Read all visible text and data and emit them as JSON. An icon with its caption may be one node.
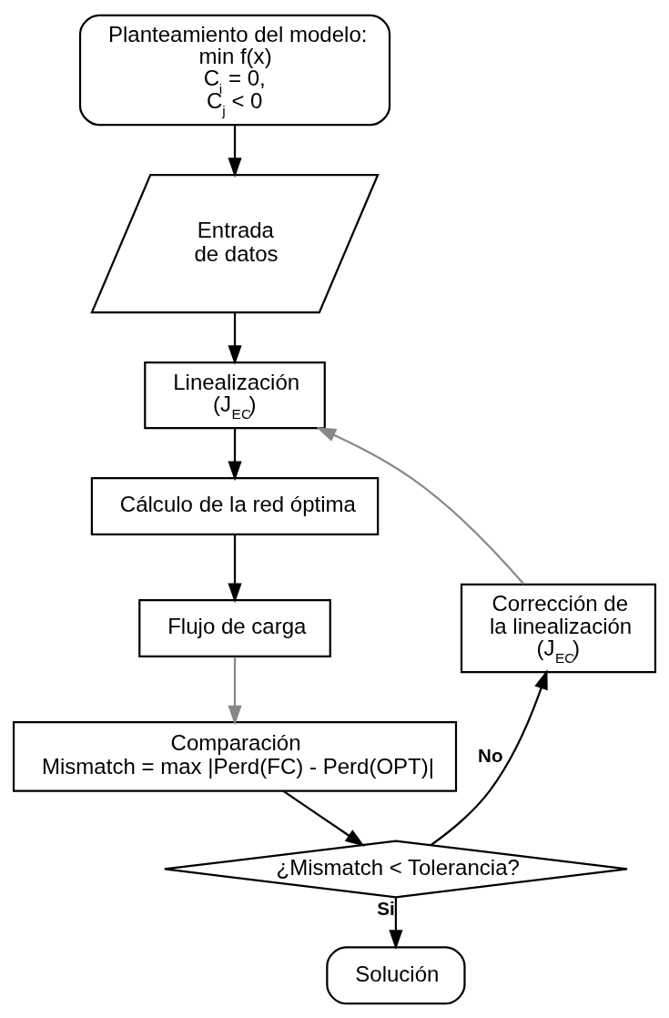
{
  "diagram": {
    "nodes": [
      {
        "text": [
          "Planteamiento del modelo:",
          "min f(x)",
          "C$_{i}$ = 0,",
          "C$_{j}$ < 0"
        ]
      },
      {
        "text": [
          "Entrada de datos"
        ]
      },
      {
        "text": [
          "Linealización",
          "(J$_{EC}$)"
        ]
      },
      {
        "text": [
          "Cálculo de la red óptima"
        ]
      },
      {
        "text": [
          "Flujo de carga"
        ]
      },
      {
        "text": [
          "Comparación",
          "Mismatch = max |Perd(FC) - Perd(OPT)|"
        ]
      },
      {
        "text": [
          "¿Mismatch < Tolerancia?"
        ]
      },
      {
        "text": [
          "Corrección de la linealización",
          "(J$_{EC}$)"
        ]
      },
      {
        "text": [
          "Solución"
        ]
      }
    ],
    "edges": [
      {
        "from": 0,
        "to": 1,
        "arrow": "to"
      },
      {
        "from": 1,
        "to": 2,
        "arrow": "to"
      },
      {
        "from": 2,
        "to": 3,
        "arrow": "to"
      },
      {
        "from": 3,
        "to": 4,
        "arrow": "to"
      },
      {
        "from": 4,
        "to": 5,
        "arrow": "to",
        "color": "#888888"
      },
      {
        "from": 5,
        "to": 6,
        "arrow": "to"
      },
      {
        "from": 6,
        "to": 7,
        "arrow": "to",
        "label": "No"
      },
      {
        "from": 7,
        "to": 2,
        "arrow": "to",
        "color": "#888888"
      },
      {
        "from": 6,
        "to": 8,
        "arrow": "to",
        "label": "Si"
      }
    ]
  }
}
